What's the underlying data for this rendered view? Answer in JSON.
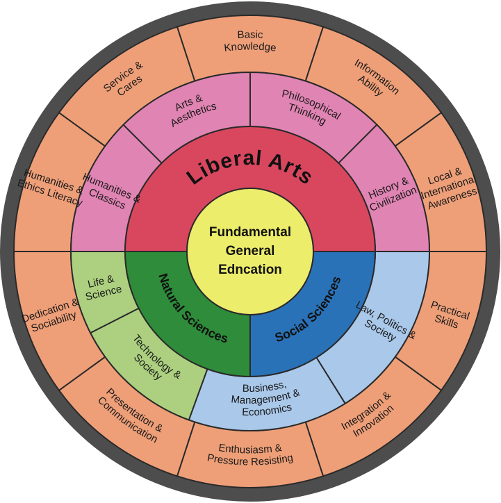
{
  "colors": {
    "rim": "#4d4d4d",
    "outer_ring": "#ee9f78",
    "liberal_arts_sub": "#e084b3",
    "liberal_arts_core": "#d9475f",
    "natural_sub": "#acd07f",
    "natural_core": "#2e8c3a",
    "social_sub": "#a9c8ea",
    "social_core": "#2a72b8",
    "center": "#eded6c",
    "divider": "#2a2a2a"
  },
  "center": {
    "lines": [
      "Fundamental",
      "General",
      "Edncation"
    ]
  },
  "core": [
    {
      "name": "Liberal Arts",
      "color_key": "liberal_arts_core"
    },
    {
      "name": "Natural Sciences",
      "color_key": "natural_core"
    },
    {
      "name": "Social Sciences",
      "color_key": "social_core"
    }
  ],
  "middle_ring": [
    {
      "lines": [
        "Humanities &",
        "Classics"
      ],
      "color_key": "liberal_arts_sub"
    },
    {
      "lines": [
        "Arts &",
        "Aesthetics"
      ],
      "color_key": "liberal_arts_sub"
    },
    {
      "lines": [
        "Philosophical",
        "Thinking"
      ],
      "color_key": "liberal_arts_sub"
    },
    {
      "lines": [
        "History &",
        "Civilization"
      ],
      "color_key": "liberal_arts_sub"
    },
    {
      "lines": [
        "Law, Politics &",
        "Society"
      ],
      "color_key": "social_sub"
    },
    {
      "lines": [
        "Business,",
        "Management &",
        "Economics"
      ],
      "color_key": "social_sub"
    },
    {
      "lines": [
        "Technology &",
        "Society"
      ],
      "color_key": "natural_sub"
    },
    {
      "lines": [
        "Life &",
        "Science"
      ],
      "color_key": "natural_sub"
    }
  ],
  "outer_ring": [
    {
      "lines": [
        "Basic",
        "Knowledge"
      ]
    },
    {
      "lines": [
        "Information",
        "Ability"
      ]
    },
    {
      "lines": [
        "Local &",
        "International",
        "Awareness"
      ]
    },
    {
      "lines": [
        "Practical",
        "Skills"
      ]
    },
    {
      "lines": [
        "Integration &",
        "Innovation"
      ]
    },
    {
      "lines": [
        "Enthusiasm &",
        "Pressure Resisting"
      ]
    },
    {
      "lines": [
        "Presentation &",
        "Communication"
      ]
    },
    {
      "lines": [
        "Dedication &",
        "Sociability"
      ]
    },
    {
      "lines": [
        "Humanities &",
        "Ethics Literacy"
      ]
    },
    {
      "lines": [
        "Service &",
        "Cares"
      ]
    }
  ]
}
